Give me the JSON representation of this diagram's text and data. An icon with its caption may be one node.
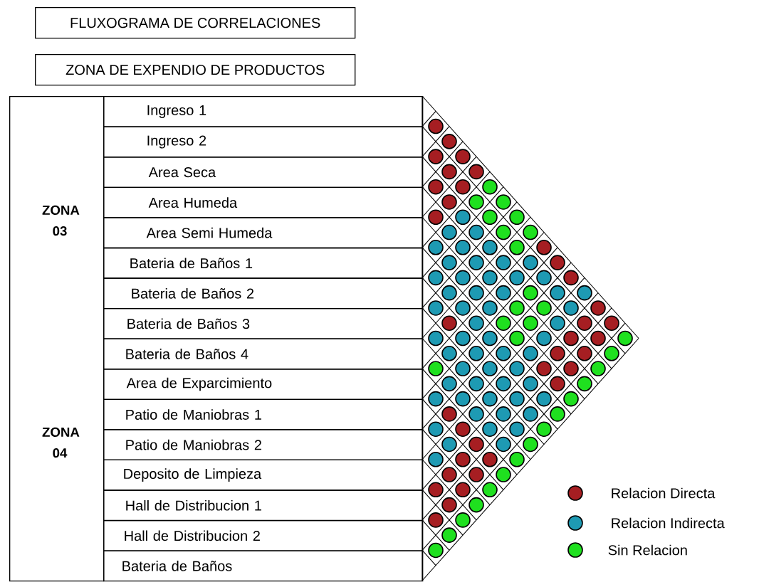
{
  "diagram": {
    "nodes": [
      {
        "text": [
          "FLUXOGRAMA DE CORRELACIONES"
        ]
      },
      {
        "text": [
          "ZONA DE EXPENDIO DE PRODUCTOS"
        ]
      },
      {
        "text": [
          "ZONA 03",
          "ZONA 04"
        ]
      },
      {
        "text": [
          "Ingreso 1"
        ]
      },
      {
        "text": [
          "Ingreso 2"
        ]
      },
      {
        "text": [
          "Area Seca"
        ]
      },
      {
        "text": [
          "Area Humeda"
        ]
      },
      {
        "text": [
          "Area Semi Humeda"
        ]
      },
      {
        "text": [
          "Bateria de Baños 1"
        ]
      },
      {
        "text": [
          "Bateria de Baños 2"
        ]
      },
      {
        "text": [
          "Bateria de Baños 3"
        ]
      },
      {
        "text": [
          "Bateria de Baños 4"
        ]
      },
      {
        "text": [
          "Area de Exparcimiento"
        ]
      },
      {
        "text": [
          "Patio de Maniobras 1"
        ]
      },
      {
        "text": [
          "Patio de Maniobras 2"
        ]
      },
      {
        "text": [
          "Deposito de Limpieza"
        ]
      },
      {
        "text": [
          "Hall de Distribucion 1"
        ]
      },
      {
        "text": [
          "Hall de Distribucion 2"
        ]
      },
      {
        "text": [
          "Bateria de Baños"
        ]
      }
    ],
    "legend": [
      {
        "text": "Relacion  Directa",
        "color": "#a61e22"
      },
      {
        "text": "Relacion  Indirecta",
        "color": "#1e9ab3"
      },
      {
        "text": "Sin Relacion",
        "color": "#1fe01f"
      }
    ]
  }
}
